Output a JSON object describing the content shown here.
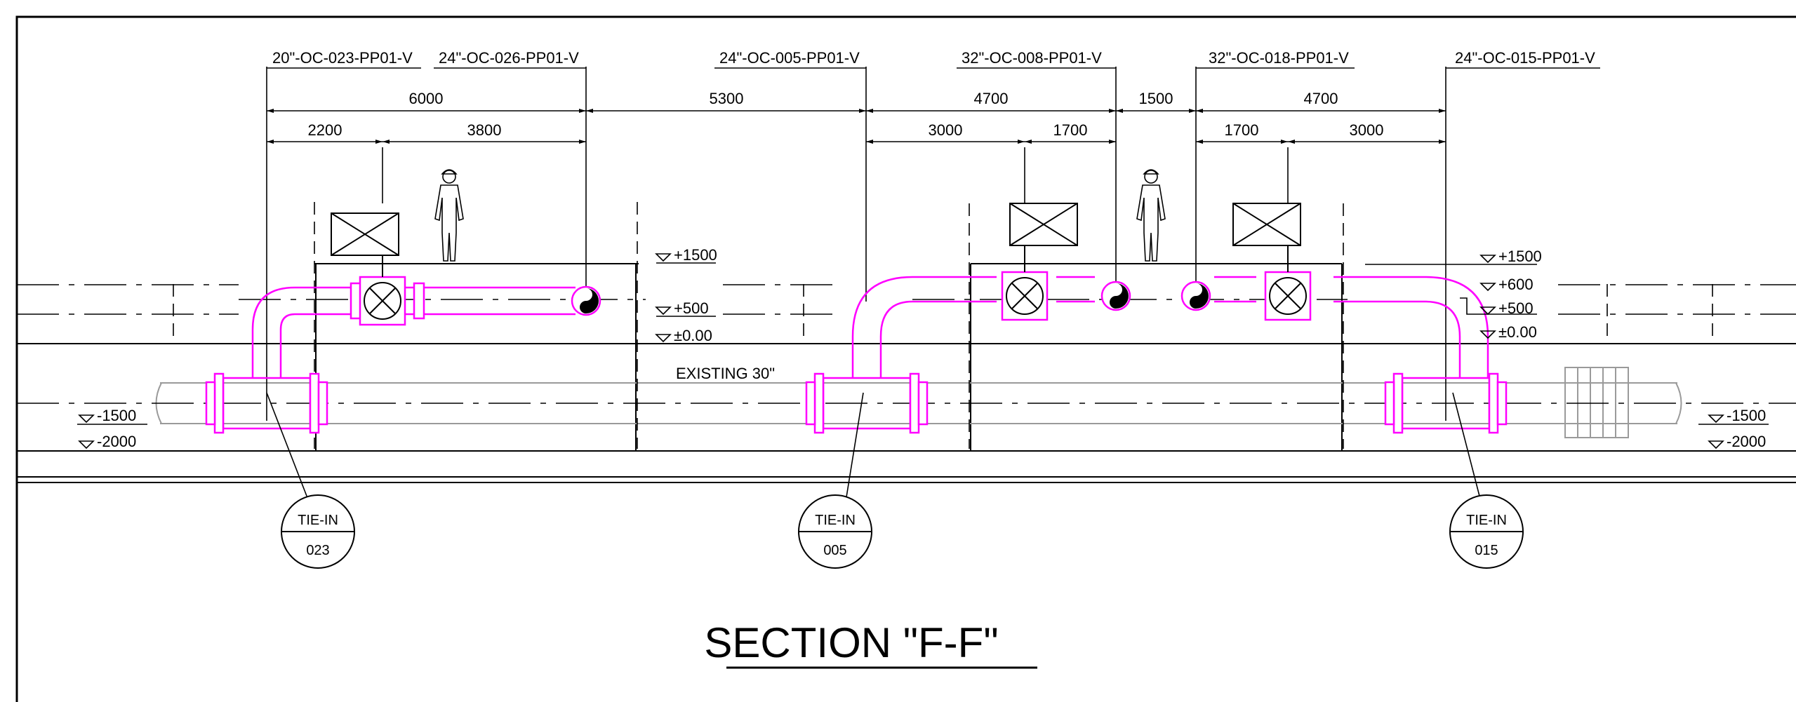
{
  "section_title": "SECTION \"F-F\"",
  "existing_label": "EXISTING 30\"",
  "line_tags": [
    "20\"-OC-023-PP01-V",
    "24\"-OC-026-PP01-V",
    "24\"-OC-005-PP01-V",
    "32\"-OC-008-PP01-V",
    "32\"-OC-018-PP01-V",
    "24\"-OC-015-PP01-V"
  ],
  "dimensions_top": [
    "6000",
    "5300",
    "4700",
    "1500",
    "4700"
  ],
  "dimensions_sub": [
    "2200",
    "3800",
    "3000",
    "1700",
    "1700",
    "3000"
  ],
  "elevations_mid": [
    "+1500",
    "+500",
    "±0.00"
  ],
  "elevations_right": [
    "+1500",
    "+600",
    "+500",
    "±0.00"
  ],
  "elevations_low_left": [
    "-1500",
    "-2000"
  ],
  "elevations_low_right": [
    "-1500",
    "-2000"
  ],
  "tie_ins": [
    {
      "label": "TIE-IN",
      "number": "023"
    },
    {
      "label": "TIE-IN",
      "number": "005"
    },
    {
      "label": "TIE-IN",
      "number": "015"
    }
  ],
  "colors": {
    "new_pipe": "#ff00ff",
    "linework": "#000000",
    "existing": "#9a9a9a"
  }
}
